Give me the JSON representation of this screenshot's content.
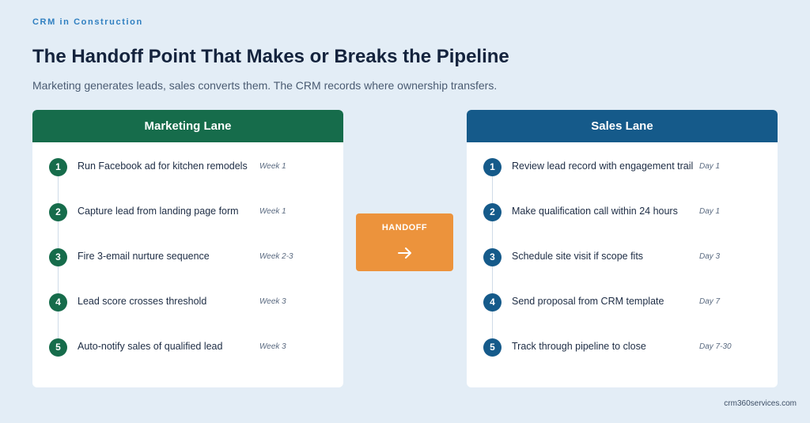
{
  "header": {
    "eyebrow": "CRM in Construction",
    "title": "The Handoff Point That Makes or Breaks the Pipeline",
    "subtitle": "Marketing generates leads, sales converts them. The CRM records where ownership transfers."
  },
  "marketing": {
    "title": "Marketing Lane",
    "color": "#166c4b",
    "steps": [
      {
        "num": "1",
        "text": "Run Facebook ad for kitchen remodels",
        "time": "Week 1"
      },
      {
        "num": "2",
        "text": "Capture lead from landing page form",
        "time": "Week 1"
      },
      {
        "num": "3",
        "text": "Fire 3-email nurture sequence",
        "time": "Week 2-3"
      },
      {
        "num": "4",
        "text": "Lead score crosses threshold",
        "time": "Week 3"
      },
      {
        "num": "5",
        "text": "Auto-notify sales of qualified lead",
        "time": "Week 3"
      }
    ]
  },
  "sales": {
    "title": "Sales Lane",
    "color": "#155a8a",
    "steps": [
      {
        "num": "1",
        "text": "Review lead record with engagement trail",
        "time": "Day 1"
      },
      {
        "num": "2",
        "text": "Make qualification call within 24 hours",
        "time": "Day 1"
      },
      {
        "num": "3",
        "text": "Schedule site visit if scope fits",
        "time": "Day 3"
      },
      {
        "num": "4",
        "text": "Send proposal from CRM template",
        "time": "Day 7"
      },
      {
        "num": "5",
        "text": "Track through pipeline to close",
        "time": "Day 7-30"
      }
    ]
  },
  "handoff": {
    "label": "HANDOFF",
    "icon": "arrow-right-icon",
    "color": "#ec933c"
  },
  "footer": {
    "site": "crm360services.com"
  }
}
